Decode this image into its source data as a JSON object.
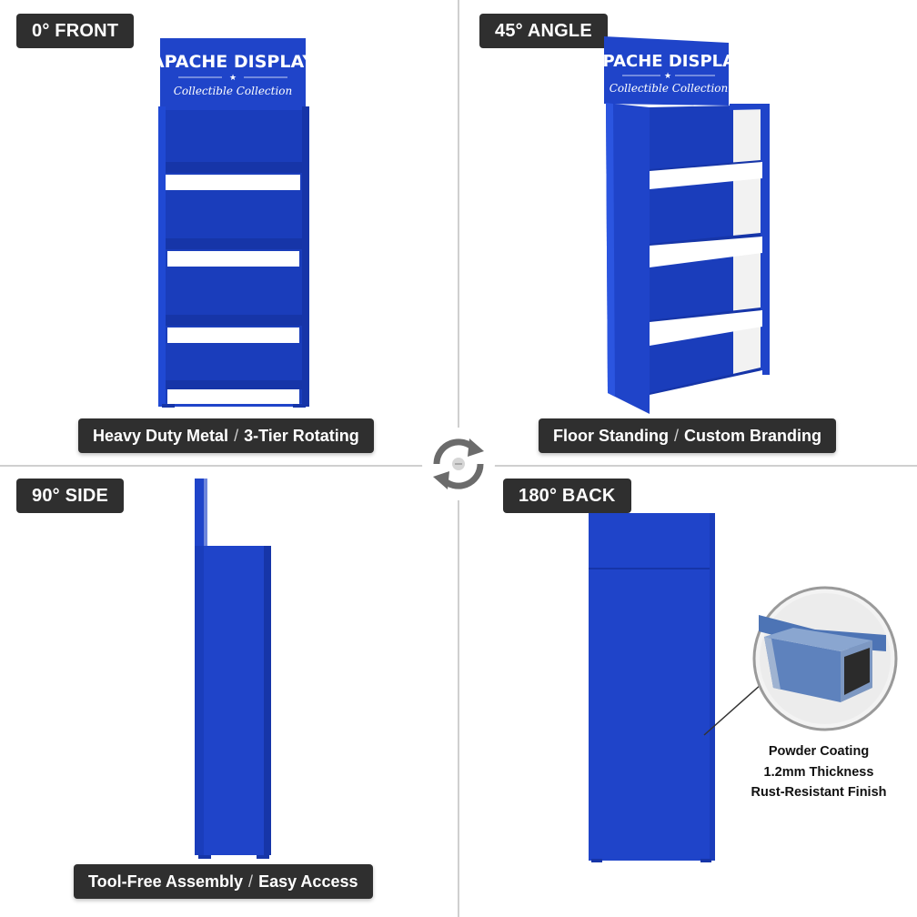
{
  "views": {
    "front": {
      "tag": "0° FRONT",
      "features": [
        "Heavy Duty Metal",
        "3-Tier Rotating"
      ]
    },
    "angle": {
      "tag": "45° ANGLE",
      "features": [
        "Floor Standing",
        "Custom Branding"
      ]
    },
    "side": {
      "tag": "90° SIDE",
      "features": [
        "Tool-Free Assembly",
        "Easy Access"
      ]
    },
    "back": {
      "tag": "180° BACK"
    }
  },
  "caption_separator": "/",
  "header_sign": {
    "brand": "APACHE DISPLAY",
    "tagline": "Collectible Collection",
    "star": "★"
  },
  "finish": {
    "lines": [
      "Powder Coating",
      "1.2mm Thickness",
      "Rust-Resistant Finish"
    ]
  },
  "colors": {
    "display_blue": "#1f44c9",
    "display_blue_dark": "#1635a8",
    "shelf_white": "#ffffff",
    "label_background": "#2f2f2f",
    "rotate_icon": "#6b6b6b"
  },
  "icons": {
    "center": "rotate-arrows-icon"
  }
}
